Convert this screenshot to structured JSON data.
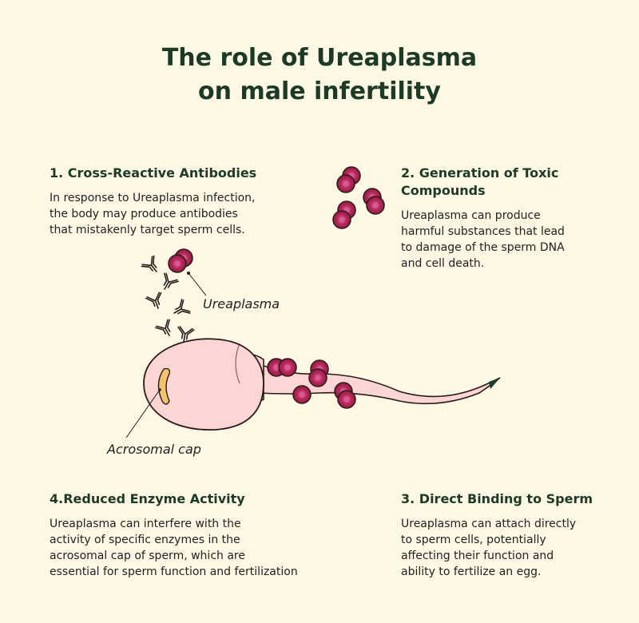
{
  "title": {
    "line1": "The role of Ureaplasma",
    "line2": "on male infertility"
  },
  "sections": [
    {
      "heading": "1. Cross-Reactive Antibodies",
      "lines": [
        "In response to Ureaplasma infection,",
        "the body may produce antibodies",
        "that mistakenly target sperm cells."
      ]
    },
    {
      "heading_lines": [
        "2.  Generation of Toxic",
        "Compounds"
      ],
      "lines": [
        "Ureaplasma can produce",
        "harmful substances that lead",
        "to damage of the sperm DNA",
        "and cell death."
      ]
    },
    {
      "heading": "3.  Direct Binding to Sperm",
      "lines": [
        "Ureaplasma can attach directly",
        "to sperm cells, potentially",
        "affecting their function and",
        "ability to fertilize an egg."
      ]
    },
    {
      "heading": "4.Reduced Enzyme Activity",
      "lines": [
        "Ureaplasma can interfere with the",
        "activity of specific enzymes in the",
        "acrosomal cap of sperm, which are",
        "essential for sperm function and fertilization"
      ]
    }
  ],
  "labels": {
    "ureaplasma": "Ureaplasma",
    "acrosomal_cap": "Acrosomal cap"
  },
  "colors": {
    "background": "#fdf8e4",
    "title": "#1d3a26",
    "sperm_fill": "#fbd6d4",
    "sperm_outline": "#2a1a1a",
    "bacteria": "#a6214c",
    "bacteria_center": "#d94a8a",
    "acrosome": "#f4c46a"
  },
  "icons": [
    "antibody-icon",
    "ureaplasma-cell-icon",
    "sperm-cell-icon"
  ]
}
